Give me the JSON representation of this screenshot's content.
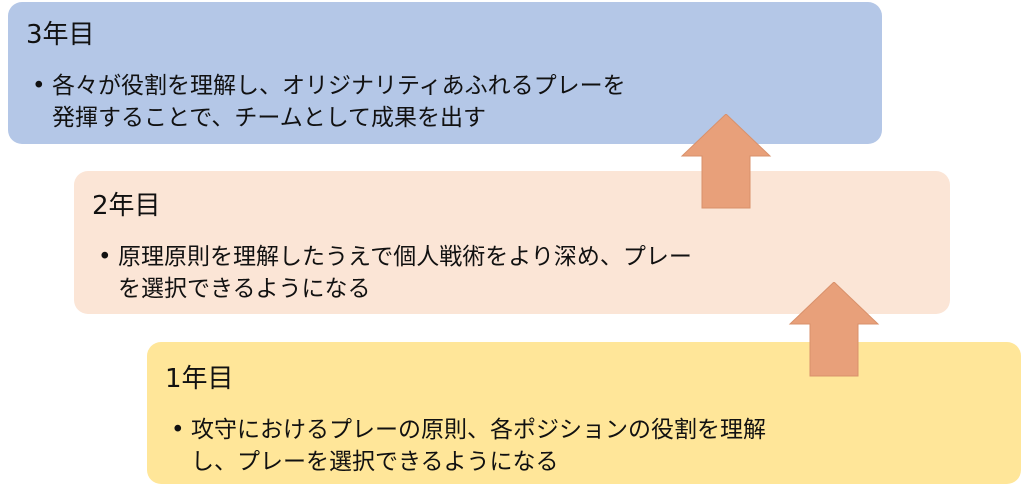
{
  "levels": [
    {
      "year": "3年目",
      "lines": [
        "各々が役割を理解し、オリジナリティあふれるプレーを",
        "発揮することで、チームとして成果を出す"
      ]
    },
    {
      "year": "2年目",
      "lines": [
        "原理原則を理解したうえで個人戦術をより深め、プレー",
        "を選択できるようになる"
      ]
    },
    {
      "year": "1年目",
      "lines": [
        "攻守におけるプレーの原則、各ポジションの役割を理解",
        "し、プレーを選択できるようになる"
      ]
    }
  ],
  "colors": {
    "level3_bg": "#b4c7e7",
    "level2_bg": "#fbe5d6",
    "level1_bg": "#ffe699",
    "arrow": "#e8a07a"
  }
}
